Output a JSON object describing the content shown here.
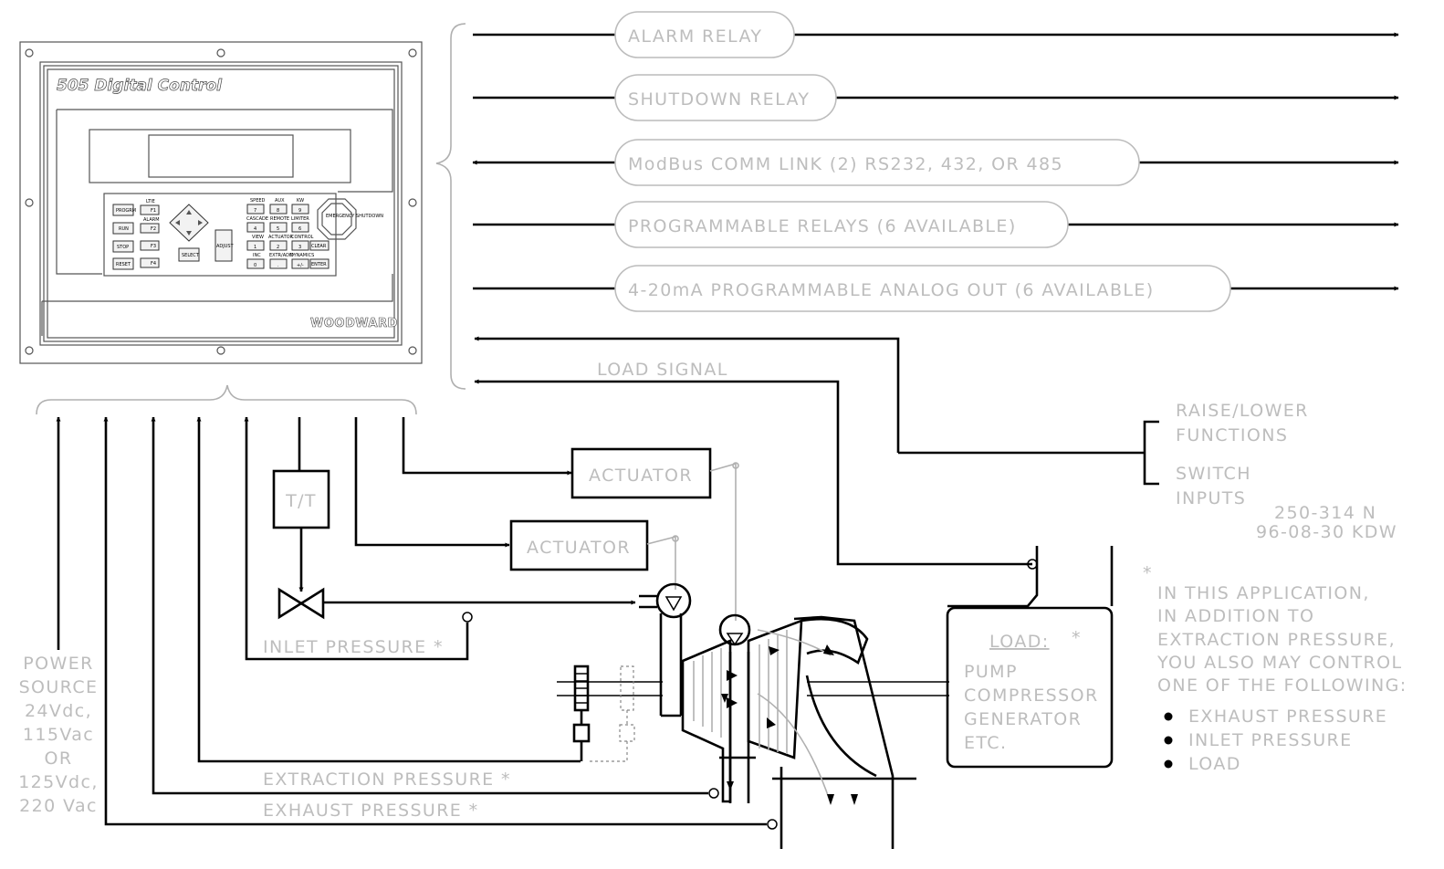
{
  "controller": {
    "title": "505 Digital Control",
    "brand": "WOODWARD",
    "emergency_label": "EMERGENCY SHUTDOWN",
    "keys_left": [
      "PROGRM",
      "RUN",
      "STOP",
      "RESET"
    ],
    "keys_f": [
      "F1",
      "F2",
      "F3",
      "F4"
    ],
    "keys_f_top": [
      "LTIE",
      "ALARM"
    ],
    "select_label": "SELECT",
    "adjust_label": "ADJUST",
    "keypad_headers": [
      "SPEED",
      "AUX",
      "KW",
      "CASCADE",
      "REMOTE",
      "LIMITER",
      "VIEW",
      "ACTUATOR",
      "CONTROL",
      "INC",
      "EXTR/ADM",
      "DYNAMICS"
    ],
    "keypad_digits": [
      "7",
      "8",
      "9",
      "4",
      "5",
      "6",
      "1",
      "2",
      "3",
      "0",
      ".",
      "+/-"
    ],
    "keypad_right": [
      "CLEAR",
      "ENTER"
    ]
  },
  "outputs": {
    "alarm_relay": "ALARM RELAY",
    "shutdown_relay": "SHUTDOWN RELAY",
    "modbus": "ModBus COMM LINK (2) RS232, 432, OR 485",
    "prog_relays": "PROGRAMMABLE RELAYS (6 AVAILABLE)",
    "analog_out": "4-20mA PROGRAMMABLE ANALOG OUT (6 AVAILABLE)"
  },
  "signals": {
    "load_signal": "LOAD SIGNAL",
    "raise_lower_1": "RAISE/LOWER",
    "raise_lower_2": "FUNCTIONS",
    "switch_1": "SWITCH",
    "switch_2": "INPUTS"
  },
  "drawing_ref": {
    "line1": "250-314 N",
    "line2": "96-08-30 KDW"
  },
  "actuators": {
    "upper": "ACTUATOR",
    "lower": "ACTUATOR"
  },
  "tt_label": "T/T",
  "pressures": {
    "inlet": "INLET PRESSURE *",
    "extraction": "EXTRACTION PRESSURE *",
    "exhaust": "EXHAUST PRESSURE *"
  },
  "power": {
    "l1": "POWER",
    "l2": "SOURCE",
    "l3": "24Vdc,",
    "l4": "115Vac",
    "l5": "OR",
    "l6": "125Vdc,",
    "l7": "220 Vac"
  },
  "load_box": {
    "title": "LOAD:",
    "star": "*",
    "l1": "PUMP",
    "l2": "COMPRESSOR",
    "l3": "GENERATOR",
    "l4": "ETC."
  },
  "note": {
    "star": "*",
    "l1": "IN THIS APPLICATION,",
    "l2": "IN ADDITION TO",
    "l3": "EXTRACTION PRESSURE,",
    "l4": "YOU ALSO MAY CONTROL",
    "l5": "ONE OF THE FOLLOWING:",
    "bullets": [
      "EXHAUST PRESSURE",
      "INLET PRESSURE",
      "LOAD"
    ]
  }
}
